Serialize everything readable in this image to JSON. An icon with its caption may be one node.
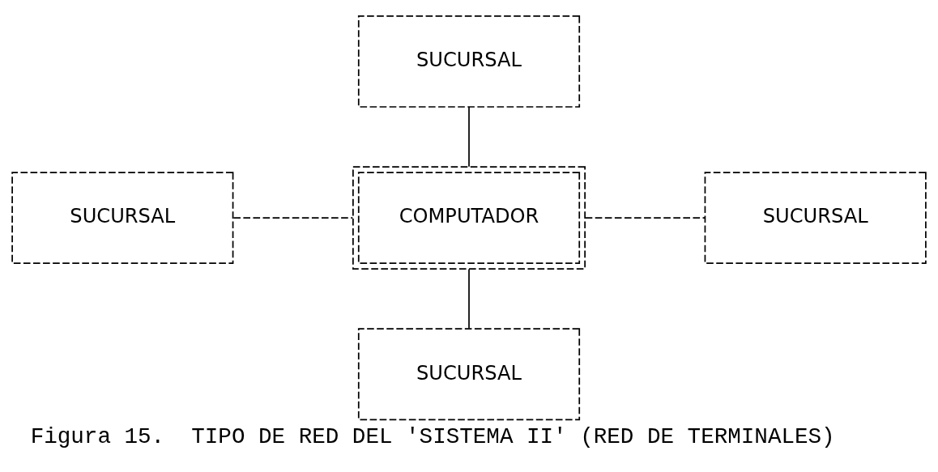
{
  "diagram": {
    "caption": "Figura 15.  TIPO DE RED DEL 'SISTEMA II' (RED DE TERMINALES)",
    "nodes": [
      {
        "text": [
          "SUCURSAL"
        ]
      },
      {
        "text": [
          "SUCURSAL"
        ]
      },
      {
        "text": [
          "COMPUTADOR"
        ]
      },
      {
        "text": [
          "SUCURSAL"
        ]
      },
      {
        "text": [
          "SUCURSAL"
        ]
      }
    ],
    "edges": [
      {
        "from": 0,
        "to": 2,
        "arrow": "none"
      },
      {
        "from": 1,
        "to": 2,
        "arrow": "none",
        "style": "dashed"
      },
      {
        "from": 2,
        "to": 3,
        "arrow": "none",
        "style": "dashed"
      },
      {
        "from": 2,
        "to": 4,
        "arrow": "none"
      }
    ]
  }
}
